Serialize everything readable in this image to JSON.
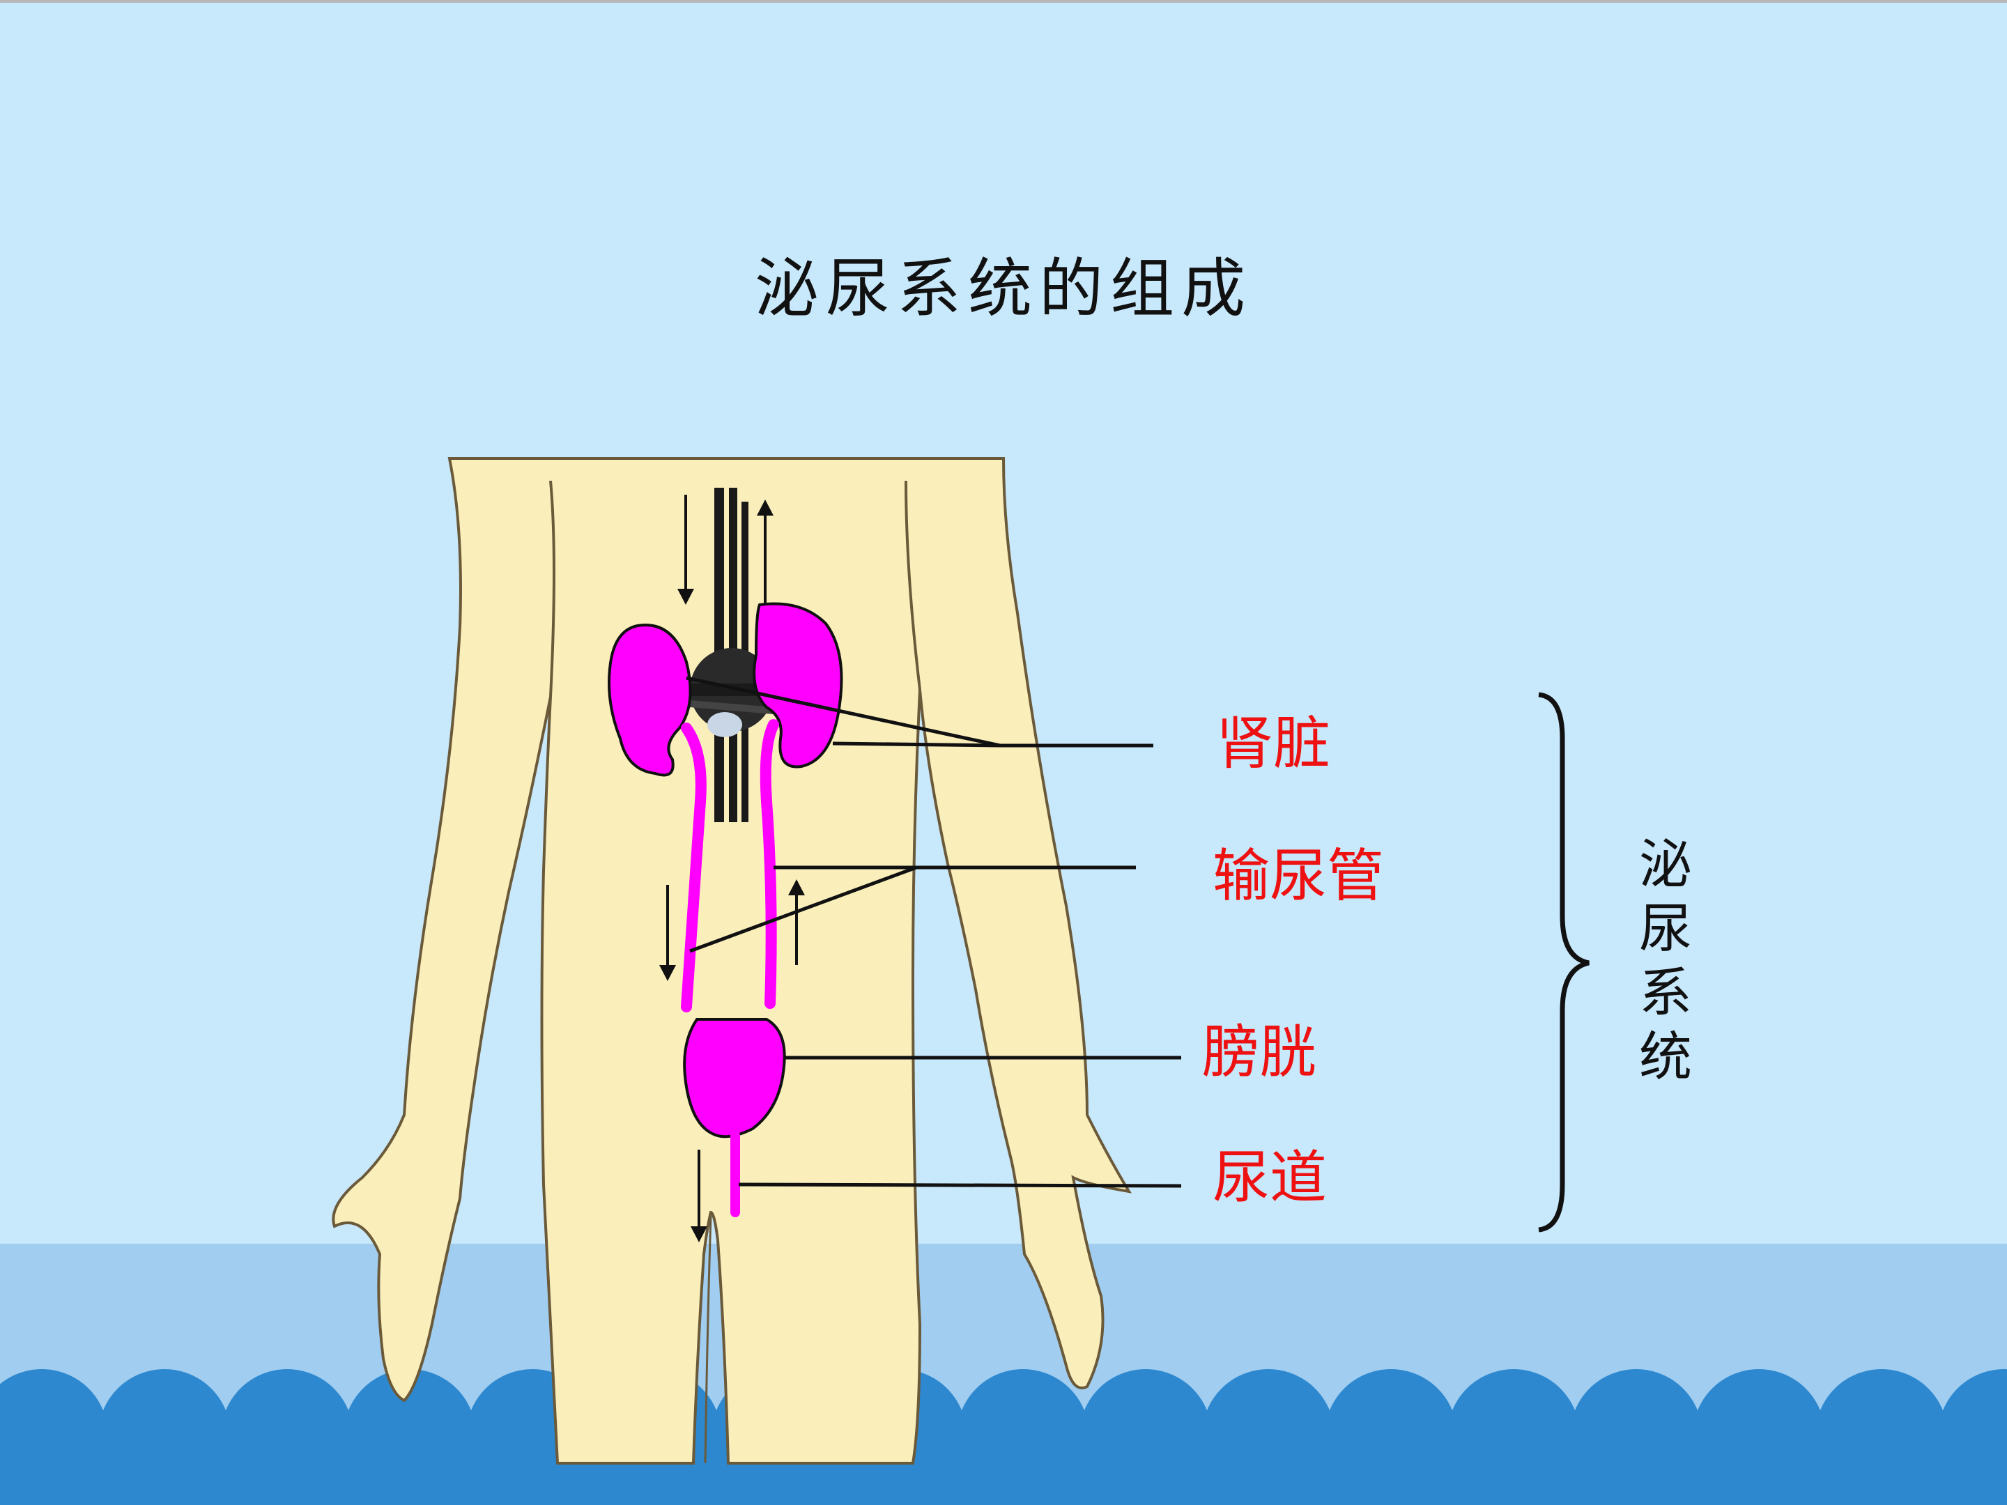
{
  "title": "泌尿系统的组成",
  "labels": {
    "kidney": "肾脏",
    "ureter": "输尿管",
    "bladder": "膀胱",
    "urethra": "尿道"
  },
  "group_label": "泌尿系统",
  "colors": {
    "background": "#c8e8fb",
    "water_band": "#a0cdf0",
    "wave": "#2d88cf",
    "skin": "#faefbb",
    "organ": "#ff00ff",
    "label_text": "#ee1111"
  },
  "icons": [
    "arrow-down-icon",
    "arrow-up-icon",
    "brace-icon"
  ]
}
